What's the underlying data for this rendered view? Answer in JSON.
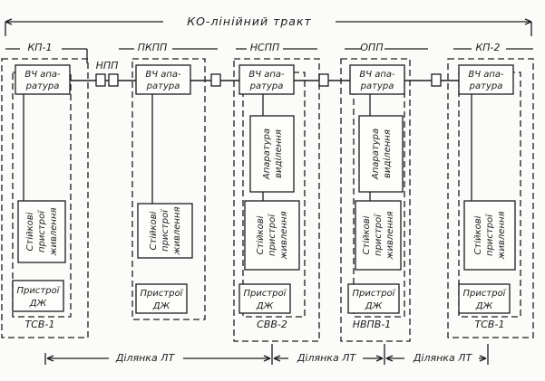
{
  "diagram": {
    "trunk_title": "КО-лінійний тракт",
    "stations": [
      {
        "code": "КП-1",
        "bottom_code": "ТСВ-1"
      },
      {
        "code": "ПКПП",
        "bottom_code": ""
      },
      {
        "code": "НСПП",
        "bottom_code": "СВВ-2"
      },
      {
        "code": "ОПП",
        "bottom_code": "НВПВ-1"
      },
      {
        "code": "КП-2",
        "bottom_code": "ТСВ-1"
      }
    ],
    "repeater_label": "НПП",
    "hf_equipment": [
      "ВЧ апа-",
      "ратура"
    ],
    "power_supply": [
      "Стійкові",
      "пристрої",
      "живлення"
    ],
    "separation_equipment": [
      "Апаратура",
      "виділення"
    ],
    "dj_devices": [
      "Пристрої",
      "ДЖ"
    ],
    "section_label": "Ділянка ЛТ"
  }
}
